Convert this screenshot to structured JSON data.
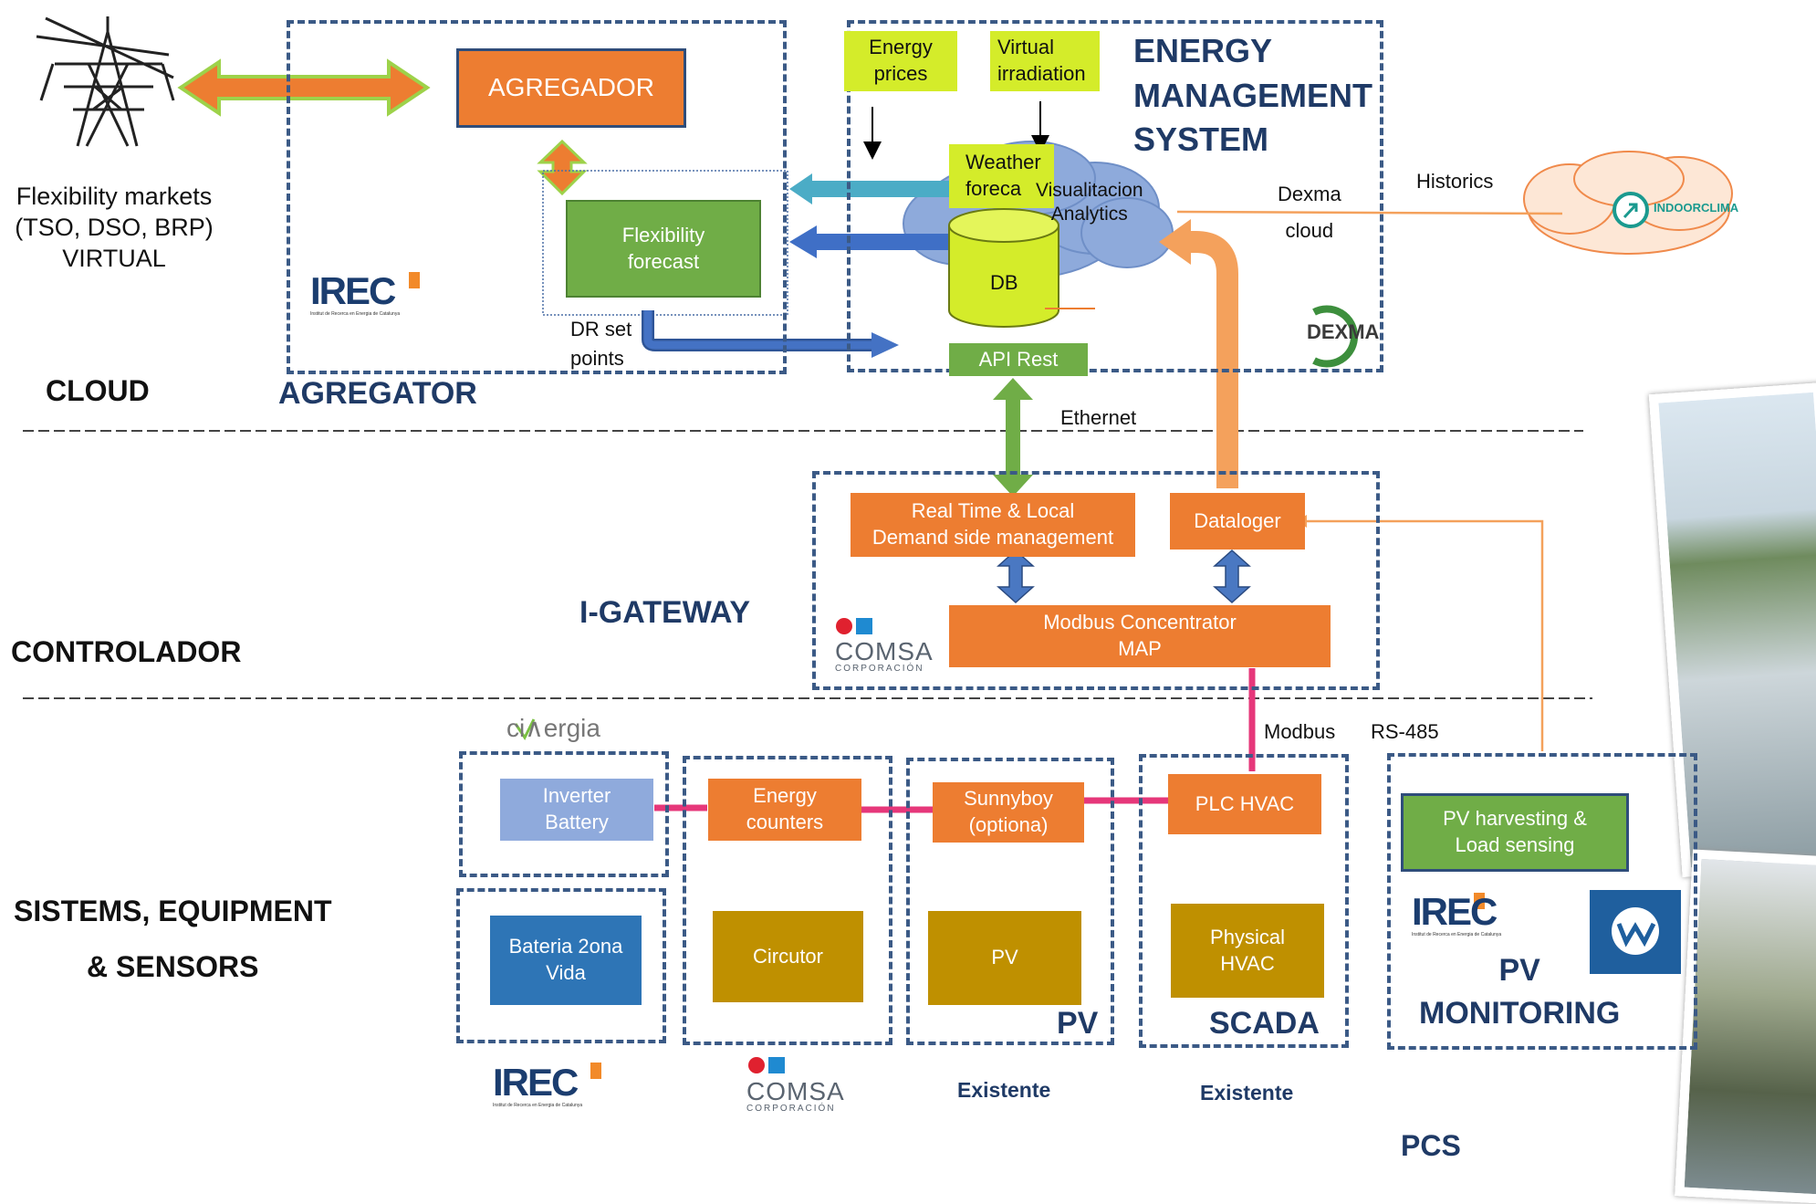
{
  "left": {
    "markets": [
      "Flexibility markets",
      "(TSO, DSO, BRP)",
      "VIRTUAL"
    ],
    "layers": {
      "cloud": "CLOUD",
      "controlador": "CONTROLADOR",
      "sistems": [
        "SISTEMS, EQUIPMENT",
        "& SENSORS"
      ]
    }
  },
  "aggregator": {
    "title": "AGREGATOR",
    "agregador": "AGREGADOR",
    "flex": [
      "Flexibility",
      "forecast"
    ],
    "dr": [
      "DR set",
      "points"
    ],
    "logo": "IREC"
  },
  "ems": {
    "title": [
      "ENERGY",
      "MANAGEMENT",
      "SYSTEM"
    ],
    "energy_prices": [
      "Energy",
      "prices"
    ],
    "virtual_irr": [
      "Virtual",
      "irradiation"
    ],
    "weather": [
      "Weather",
      "foreca"
    ],
    "visual": [
      "Visualitacion",
      "Analytics"
    ],
    "db": "DB",
    "api": "API Rest",
    "dexma": [
      "Dexma",
      "cloud"
    ],
    "historics": "Historics",
    "logo_dexma": "DEXMA",
    "indoorclima": "INDOORCLIMA"
  },
  "gateway": {
    "title": "I-GATEWAY",
    "ethernet": "Ethernet",
    "realtime": [
      "Real Time  & Local",
      "Demand side management"
    ],
    "dataloger": "Dataloger",
    "concentrator": [
      "Modbus Concentrator",
      "MAP"
    ],
    "logo": "COMSA",
    "logo_sub": "CORPORACIÓN"
  },
  "bus": {
    "modbus": "Modbus",
    "rs485": "RS-485"
  },
  "devices": {
    "civergia": "ci∧ergia",
    "inverter": [
      "Inverter",
      "Battery"
    ],
    "bateria": [
      "Bateria 2ona",
      "Vida"
    ],
    "counters": [
      "Energy",
      "counters"
    ],
    "circutor": "Circutor",
    "sunnyboy": [
      "Sunnyboy",
      "(optiona)"
    ],
    "pv": "PV",
    "pv_label": "PV",
    "plc": "PLC HVAC",
    "physical": [
      "Physical",
      "HVAC"
    ],
    "scada": "SCADA",
    "existente1": "Existente",
    "existente2": "Existente",
    "harvest": [
      "PV harvesting &",
      "Load sensing"
    ],
    "pv_mon": [
      "PV",
      "MONITORING"
    ],
    "pcs": "PCS",
    "irec": "IREC",
    "comsa": "COMSA",
    "comsa_sub": "CORPORACIÓN"
  },
  "colors": {
    "orange": "#ed7d31",
    "green": "#70ad47",
    "lime": "#d4ec2a",
    "gold": "#bf9000",
    "blue": "#2e75b6",
    "lightblue": "#8faadc",
    "dash": "#3b5a86",
    "pink": "#e6377a"
  }
}
